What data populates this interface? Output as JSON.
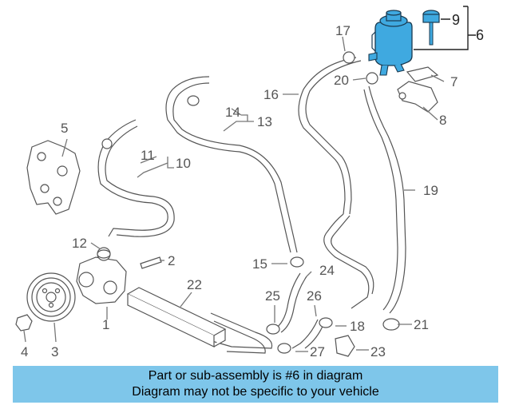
{
  "callouts": {
    "c1": "1",
    "c2": "2",
    "c3": "3",
    "c4": "4",
    "c5": "5",
    "c6": "6",
    "c7": "7",
    "c8": "8",
    "c9": "9",
    "c10": "10",
    "c11": "11",
    "c12": "12",
    "c13": "13",
    "c14": "14",
    "c15": "15",
    "c16": "16",
    "c17": "17",
    "c18": "18",
    "c19": "19",
    "c20": "20",
    "c21": "21",
    "c22": "22",
    "c23": "23",
    "c24": "24",
    "c25": "25",
    "c26": "26",
    "c27": "27"
  },
  "highlighted_part": "6",
  "colors": {
    "highlight": "#3fa9e0",
    "banner": "#7ec6ea",
    "line": "#555555"
  },
  "banner": {
    "line1": "Part or sub-assembly is #6 in diagram",
    "line2": "Diagram may not be specific to your vehicle"
  }
}
